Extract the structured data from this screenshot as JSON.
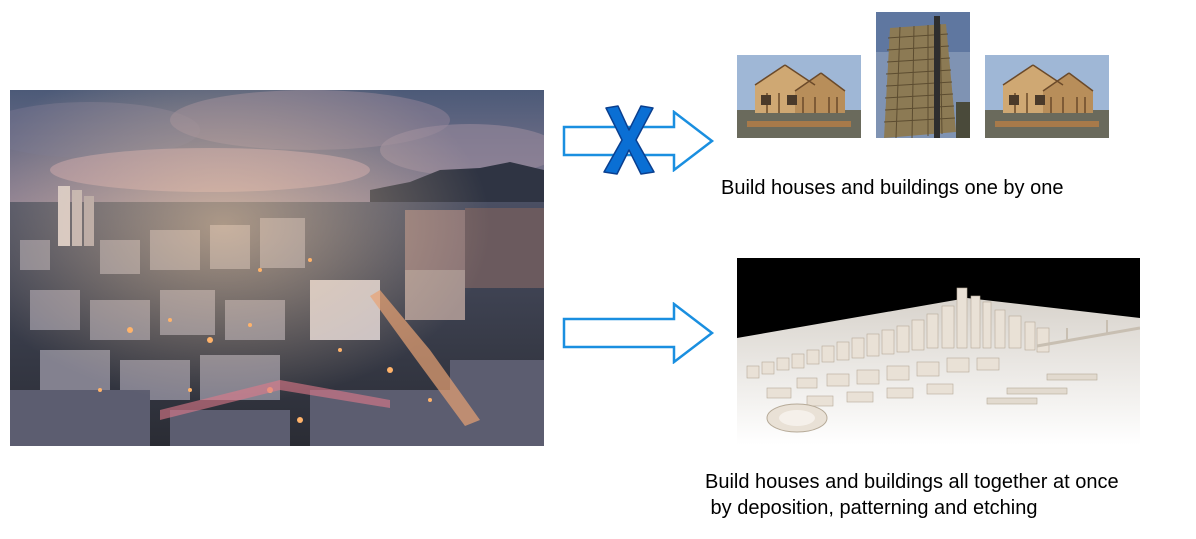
{
  "captions": {
    "one_by_one": "Build houses and buildings one by one",
    "all_together_line1": "Build houses and buildings all together at once",
    "all_together_line2": " by deposition, patterning and etching"
  },
  "icons": {
    "top_arrow": "arrow-right-outline-icon",
    "bottom_arrow": "arrow-right-outline-icon",
    "cross": "x-mark-icon"
  },
  "colors": {
    "arrow_stroke": "#1a8fe0",
    "cross_fill": "#0a6fd4",
    "cross_stroke": "#0a3f8f",
    "text": "#000000"
  }
}
